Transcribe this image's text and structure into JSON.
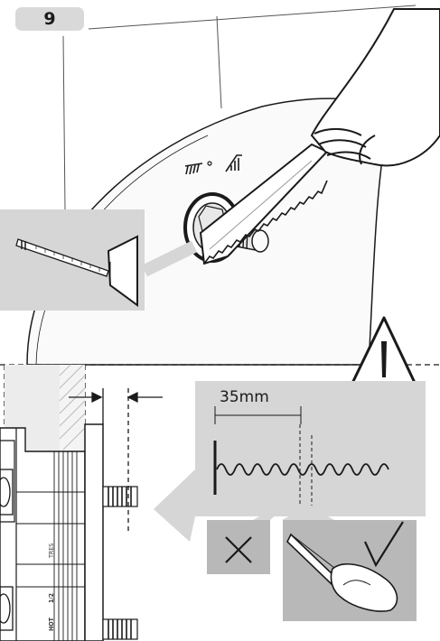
{
  "step": {
    "number": "9"
  },
  "measure": {
    "label": "35mm"
  },
  "panel_texts": {
    "t1": "TRES",
    "t2": "1/2",
    "t3": "HOT"
  },
  "symbols": {
    "cold": "cold-indicator-icon",
    "hot": "hot-indicator-icon",
    "warning": "warning-triangle-icon",
    "wrong": "cross-mark-icon",
    "right": "check-mark-icon"
  },
  "colors": {
    "panel_gray": "#d6d6d6",
    "mark_gray": "#b8b8b8",
    "ink": "#1a1a1a"
  }
}
